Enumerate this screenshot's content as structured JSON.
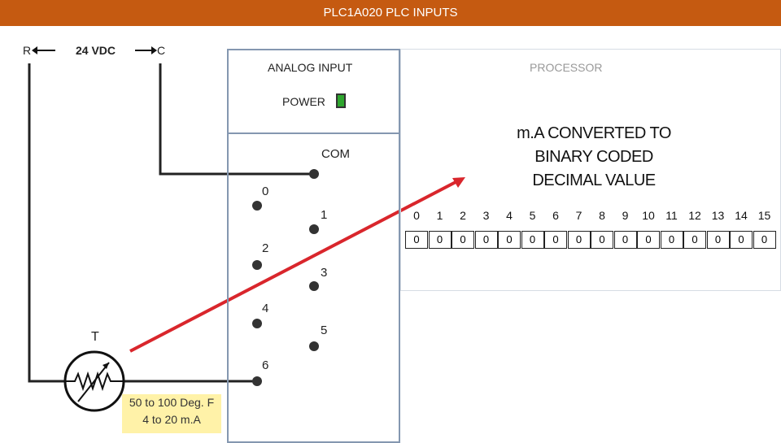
{
  "title": "PLC1A020 PLC INPUTS",
  "power_labels": {
    "r": "R",
    "vdc": "24 VDC",
    "c": "C"
  },
  "module": {
    "analog_label": "ANALOG INPUT",
    "processor_label": "PROCESSOR",
    "power_label": "POWER",
    "com_label": "COM",
    "terminals": [
      "0",
      "1",
      "2",
      "3",
      "4",
      "5",
      "6"
    ]
  },
  "conversion": {
    "line1": "m.A CONVERTED TO",
    "line2": "BINARY CODED",
    "line3": "DECIMAL VALUE"
  },
  "bits": {
    "indices": [
      "0",
      "1",
      "2",
      "3",
      "4",
      "5",
      "6",
      "7",
      "8",
      "9",
      "10",
      "11",
      "12",
      "13",
      "14",
      "15"
    ],
    "values": [
      "0",
      "0",
      "0",
      "0",
      "0",
      "0",
      "0",
      "0",
      "0",
      "0",
      "0",
      "0",
      "0",
      "0",
      "0",
      "0"
    ]
  },
  "sensor": {
    "label": "T",
    "range_line1": "50 to 100 Deg. F",
    "range_line2": "4 to 20 m.A"
  },
  "colors": {
    "title_bar": "#c55a11",
    "signal_arrow": "#d9262c",
    "led": "#2ea62e",
    "range_box": "#fff2a8"
  }
}
